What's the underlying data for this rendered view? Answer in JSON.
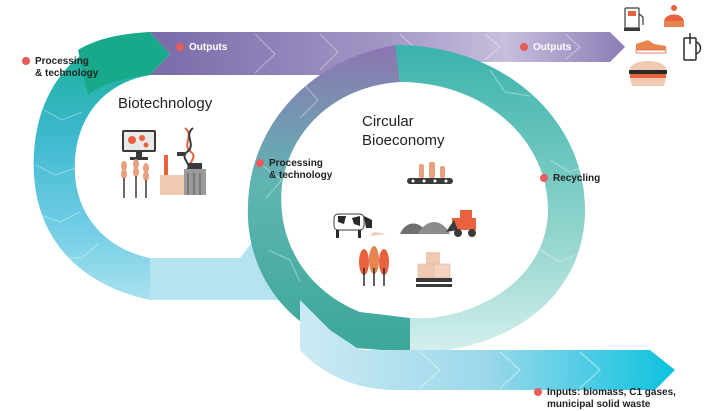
{
  "diagram": {
    "outer_loop_title": "Biotechnology",
    "inner_loop_title_line1": "Circular",
    "inner_loop_title_line2": "Bioeconomy",
    "labels": {
      "processing_left_line1": "Processing",
      "processing_left_line2": "& technology",
      "outputs_top_left": "Outputs",
      "outputs_top_right": "Outputs",
      "processing_inner_line1": "Processing",
      "processing_inner_line2": "& technology",
      "recycling": "Recycling",
      "inputs_line1": "Inputs:  biomass, C1 gases,",
      "inputs_line2": "municipal solid waste"
    },
    "icons": [
      "computer-cells-icon",
      "dna-microscope-icon",
      "wheat-icon",
      "factory-icon",
      "conveyor-bottles-icon",
      "cow-icon",
      "compost-bulldozer-icon",
      "trees-icon",
      "pallet-boxes-icon",
      "fuel-pump-icon",
      "beanie-hat-icon",
      "sneaker-icon",
      "coffee-press-icon",
      "burger-icon"
    ],
    "colors": {
      "bullet": "#e85b5b",
      "teal": "#4bbfb6",
      "purple": "#8a77b3",
      "light_blue": "#7fd3e6",
      "cyan": "#0fc3e0"
    }
  }
}
